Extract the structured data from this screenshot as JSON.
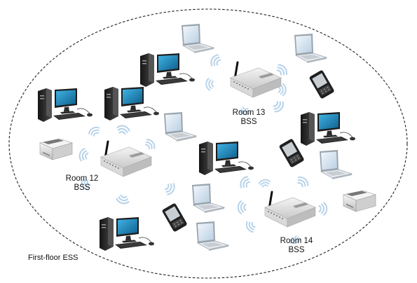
{
  "diagram": {
    "ess_label": "First-floor ESS",
    "bss": [
      {
        "name": "Room 12",
        "sub": "BSS"
      },
      {
        "name": "Room 13",
        "sub": "BSS"
      },
      {
        "name": "Room 14",
        "sub": "BSS"
      }
    ]
  },
  "colors": {
    "outline": "#222222",
    "wave": "#b7d3ea",
    "case_light": "#e6e6e6",
    "case_dark": "#2b2b2b",
    "screen": "#1f8fc4",
    "laptop_screen": "#dde9f4"
  }
}
